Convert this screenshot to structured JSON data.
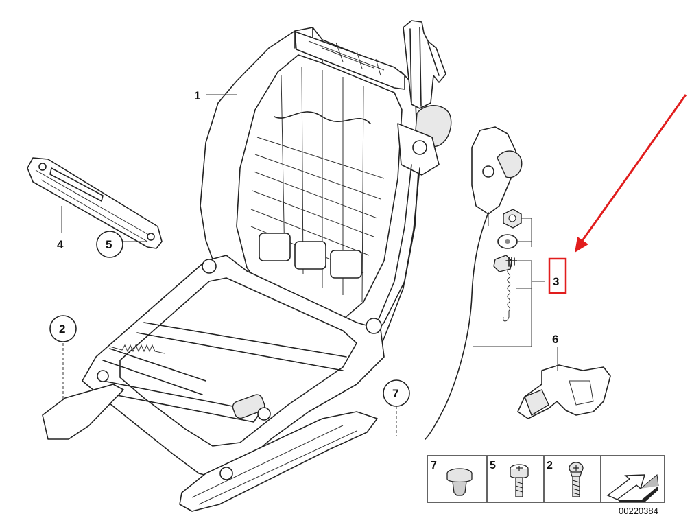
{
  "callouts": {
    "c1": "1",
    "c2": "2",
    "c3": "3",
    "c4": "4",
    "c5": "5",
    "c6": "6",
    "c7": "7"
  },
  "legend": {
    "cells": [
      {
        "num": "7",
        "icon": "clip-icon"
      },
      {
        "num": "5",
        "icon": "torx-bolt-icon"
      },
      {
        "num": "2",
        "icon": "torx-screw-icon"
      }
    ],
    "arrow_icon": "arrow-icon"
  },
  "diagram_code": "00220384",
  "colors": {
    "highlight": "#e11d1d",
    "line": "#222222",
    "background": "#ffffff"
  }
}
